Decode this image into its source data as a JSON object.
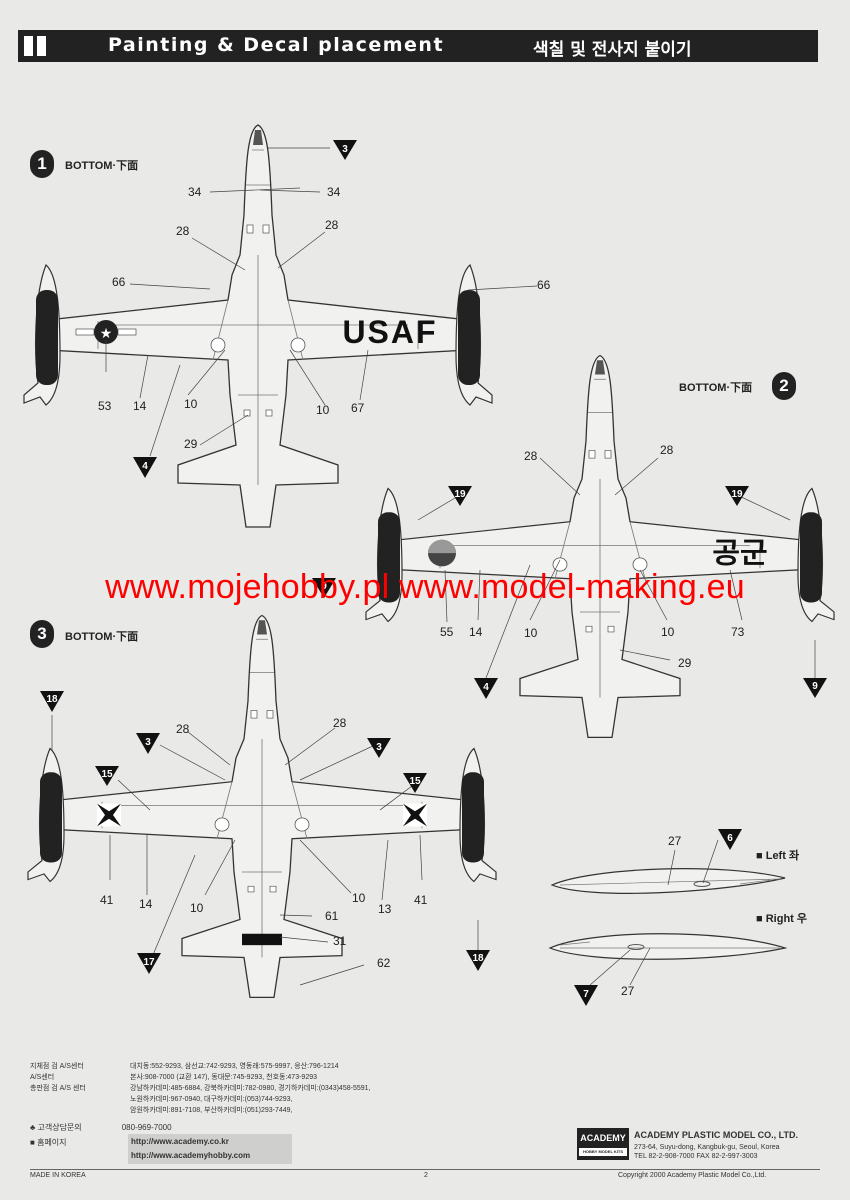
{
  "header": {
    "title": "Painting & Decal placement",
    "title_ko": "색칠 및 전사지 붙이기"
  },
  "views": [
    {
      "number": "1",
      "label": "BOTTOM",
      "label_cjk": "·下面"
    },
    {
      "number": "2",
      "label": "BOTTOM",
      "label_cjk": "·下面"
    },
    {
      "number": "3",
      "label": "BOTTOM",
      "label_cjk": "·下面"
    }
  ],
  "decals": {
    "usaf": "USAF",
    "korean_af": "공군"
  },
  "callouts": {
    "a": {
      "n34a": "34",
      "n34b": "34",
      "n28a": "28",
      "n28b": "28",
      "n66a": "66",
      "n66b": "66",
      "n53": "53",
      "n14": "14",
      "n10a": "10",
      "n10b": "10",
      "n67": "67",
      "n29": "29",
      "t3": "3",
      "t4": "4"
    },
    "b": {
      "n28a": "28",
      "n28b": "28",
      "n55": "55",
      "n14": "14",
      "n10a": "10",
      "n10b": "10",
      "n73": "73",
      "n29": "29",
      "t19a": "19",
      "t19b": "19",
      "t9a": "9",
      "t9b": "9",
      "t4": "4"
    },
    "c": {
      "n28a": "28",
      "n28b": "28",
      "n41a": "41",
      "n41b": "41",
      "n14": "14",
      "n10a": "10",
      "n10b": "10",
      "n13": "13",
      "n61": "61",
      "n31": "31",
      "n62": "62",
      "t18a": "18",
      "t18b": "18",
      "t15a": "15",
      "t15b": "15",
      "t3a": "3",
      "t3b": "3",
      "t17": "17"
    },
    "tanks": {
      "n27a": "27",
      "n27b": "27",
      "t6": "6",
      "t7": "7"
    }
  },
  "tanks": {
    "left_label": "Left",
    "left_ko": "좌",
    "right_label": "Right",
    "right_ko": "우"
  },
  "watermark": {
    "left": "www.mojehobby.pl",
    "right": "www.model-making.eu"
  },
  "footer": {
    "rows": [
      {
        "label": "지체점 검 A/S센터",
        "text": "대치동:552-9293, 삼선교:742-9293, 영동래:575-9997, 응산:796-1214"
      },
      {
        "label": "A/S센터",
        "text": "본사:908-7000 (교환 147), 동대문:745-9293, 천호동:473-9293"
      },
      {
        "label": "총판점 검 A/S 센터",
        "text": "강남하카데미:485-6884, 강북하카데미:782-0980, 경기하카데미:(0343)458-5591,"
      },
      {
        "label": "",
        "text": "노원하카데미:967-0940, 대구하카데미:(053)744-9293,"
      },
      {
        "label": "",
        "text": "암원하카데미:891-7108, 부산하카데미:(051)293-7449,"
      }
    ],
    "consult_label": "고객상담문의",
    "consult_phone": "080-969-7000",
    "home_label": "홈페이지",
    "url1": "http://www.academy.co.kr",
    "url2": "http://www.academyhobby.com",
    "made_in": "MADE IN KOREA",
    "page": "2",
    "company": "ACADEMY PLASTIC MODEL CO., LTD.",
    "address": "273-64, Suyu-dong, Kangbuk-gu, Seoul, Korea",
    "tel": "TEL 82-2-908-7000 FAX 82-2-997-3003",
    "copyright": "Copyright 2000 Academy Plastic Model Co.,Ltd.",
    "logo": "ACADEMY",
    "logo_sub": "HOBBY MODEL KITS"
  }
}
